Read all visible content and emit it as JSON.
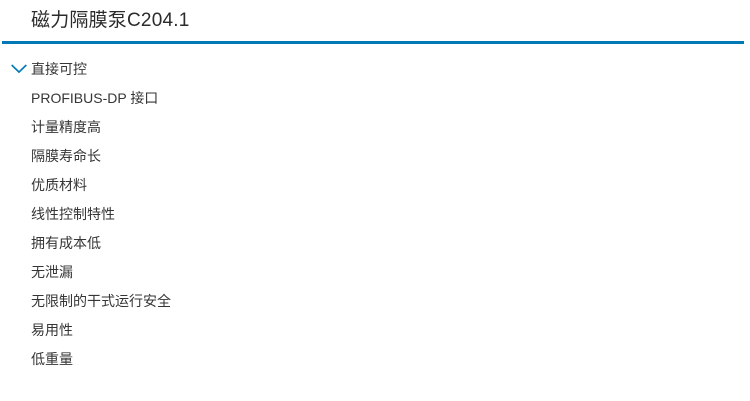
{
  "header": {
    "title": "磁力隔膜泵C204.1",
    "divider_color": "#0079b5"
  },
  "features": {
    "accent_color": "#0079b5",
    "text_color": "#353535",
    "expand_icon": "chevron-down-icon",
    "items": [
      {
        "label": "直接可控",
        "expandable": true
      },
      {
        "label": "PROFIBUS-DP 接口",
        "expandable": false
      },
      {
        "label": "计量精度高",
        "expandable": false
      },
      {
        "label": "隔膜寿命长",
        "expandable": false
      },
      {
        "label": "优质材料",
        "expandable": false
      },
      {
        "label": "线性控制特性",
        "expandable": false
      },
      {
        "label": "拥有成本低",
        "expandable": false
      },
      {
        "label": "无泄漏",
        "expandable": false
      },
      {
        "label": "无限制的干式运行安全",
        "expandable": false
      },
      {
        "label": "易用性",
        "expandable": false
      },
      {
        "label": "低重量",
        "expandable": false
      }
    ]
  }
}
